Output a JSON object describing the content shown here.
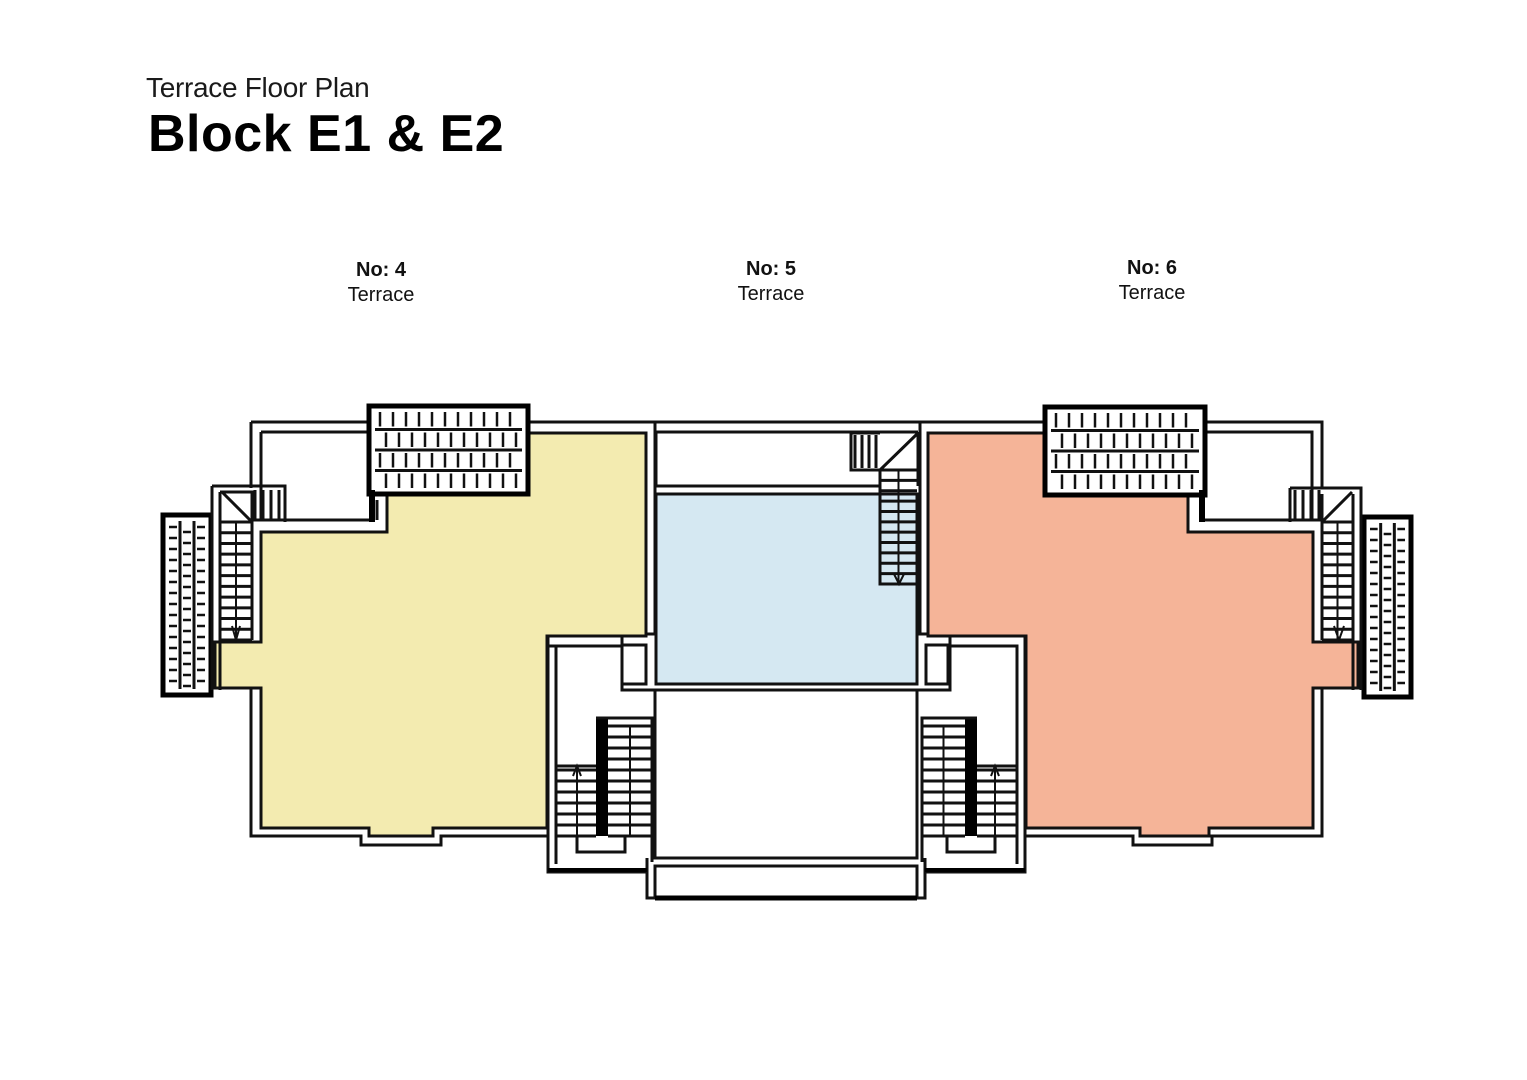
{
  "header": {
    "subtitle": "Terrace Floor Plan",
    "title": "Block E1 & E2"
  },
  "units": [
    {
      "number": "No: 4",
      "type": "Terrace",
      "color": "#f3ebb0"
    },
    {
      "number": "No: 5",
      "type": "Terrace",
      "color": "#d5e8f2"
    },
    {
      "number": "No: 6",
      "type": "Terrace",
      "color": "#f5b498"
    }
  ]
}
